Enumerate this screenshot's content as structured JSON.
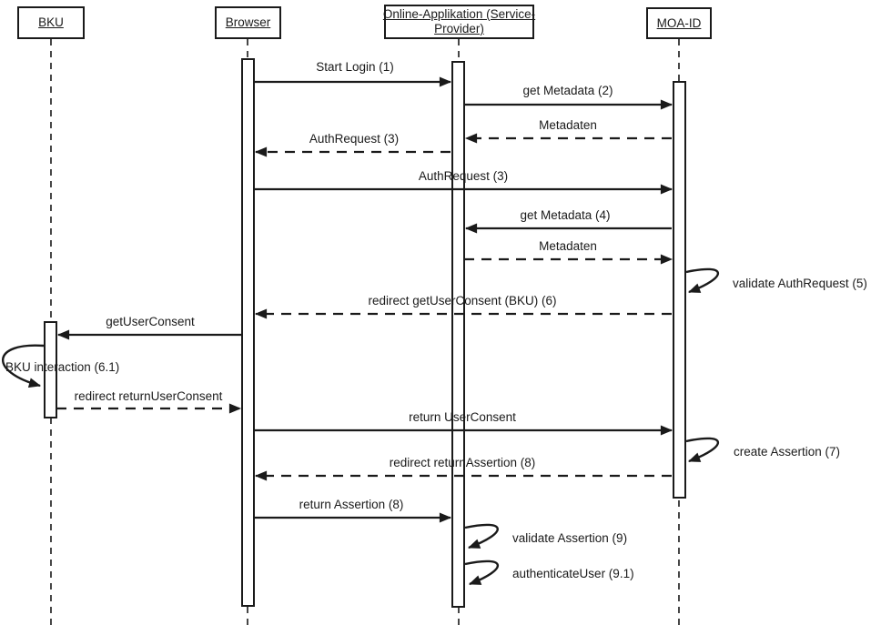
{
  "diagram": {
    "type": "uml-sequence-diagram",
    "colors": {
      "line": "#1a1a1a",
      "background": "#ffffff"
    },
    "actors": [
      {
        "id": "bku",
        "label": "BKU"
      },
      {
        "id": "browser",
        "label": "Browser"
      },
      {
        "id": "service-provider",
        "label_line1": "Online-Applikation (Service-",
        "label_line2": "Provider)"
      },
      {
        "id": "moa-id",
        "label": "MOA-ID"
      }
    ],
    "messages": [
      {
        "label": "Start Login (1)",
        "from": "browser",
        "to": "service-provider",
        "style": "solid"
      },
      {
        "label": "get Metadata (2)",
        "from": "service-provider",
        "to": "moa-id",
        "style": "solid"
      },
      {
        "label": "Metadaten",
        "from": "moa-id",
        "to": "service-provider",
        "style": "dashed"
      },
      {
        "label": "AuthRequest (3)",
        "from": "service-provider",
        "to": "browser",
        "style": "dashed"
      },
      {
        "label": "AuthRequest (3)",
        "from": "browser",
        "to": "moa-id",
        "style": "solid"
      },
      {
        "label": "get Metadata (4)",
        "from": "moa-id",
        "to": "service-provider",
        "style": "solid"
      },
      {
        "label": "Metadaten",
        "from": "service-provider",
        "to": "moa-id",
        "style": "dashed"
      },
      {
        "label": "validate AuthRequest (5)",
        "from": "moa-id",
        "to": "moa-id",
        "style": "self"
      },
      {
        "label": "redirect getUserConsent (BKU) (6)",
        "from": "moa-id",
        "to": "browser",
        "style": "dashed"
      },
      {
        "label": "getUserConsent",
        "from": "browser",
        "to": "bku",
        "style": "solid"
      },
      {
        "label": "BKU interaction (6.1)",
        "from": "bku",
        "to": "bku",
        "style": "self"
      },
      {
        "label": "redirect returnUserConsent",
        "from": "bku",
        "to": "browser",
        "style": "dashed"
      },
      {
        "label": "return UserConsent",
        "from": "browser",
        "to": "moa-id",
        "style": "solid"
      },
      {
        "label": "create Assertion (7)",
        "from": "moa-id",
        "to": "moa-id",
        "style": "self"
      },
      {
        "label": "redirect returnAssertion (8)",
        "from": "moa-id",
        "to": "browser",
        "style": "dashed"
      },
      {
        "label": "return Assertion (8)",
        "from": "browser",
        "to": "service-provider",
        "style": "solid"
      },
      {
        "label": "validate Assertion (9)",
        "from": "service-provider",
        "to": "service-provider",
        "style": "self"
      },
      {
        "label": "authenticateUser (9.1)",
        "from": "service-provider",
        "to": "service-provider",
        "style": "self"
      }
    ]
  }
}
